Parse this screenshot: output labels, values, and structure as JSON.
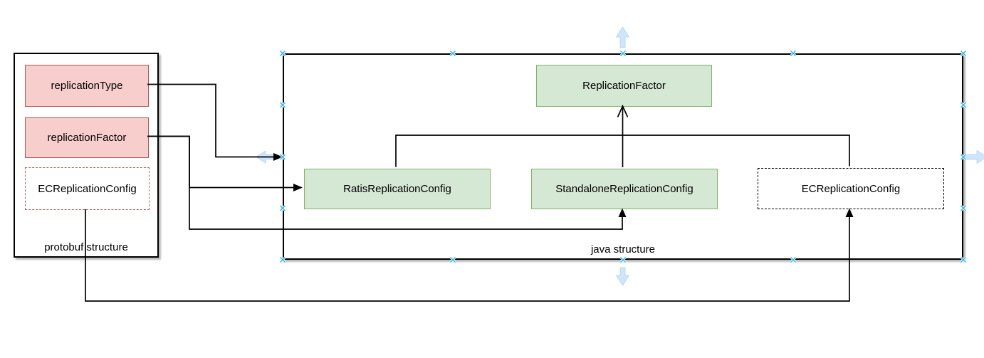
{
  "diagram": {
    "tool_hint": "drawio-style class diagram",
    "protobuf": {
      "label": "protobuf structure",
      "nodes": [
        {
          "id": "replicationType",
          "label": "replicationType",
          "style": "solid-red"
        },
        {
          "id": "replicationFactor",
          "label": "replicationFactor",
          "style": "solid-red"
        },
        {
          "id": "ECReplicationConfig",
          "label": "ECReplicationConfig",
          "style": "dashed-red"
        }
      ]
    },
    "java": {
      "label": "java structure",
      "nodes": [
        {
          "id": "ReplicationFactor",
          "label": "ReplicationFactor",
          "style": "solid-green"
        },
        {
          "id": "RatisReplicationConfig",
          "label": "RatisReplicationConfig",
          "style": "solid-green"
        },
        {
          "id": "StandaloneReplicationConfig",
          "label": "StandaloneReplicationConfig",
          "style": "solid-green"
        },
        {
          "id": "ECReplicationConfig",
          "label": "ECReplicationConfig",
          "style": "dashed-black"
        }
      ]
    },
    "edges": [
      {
        "from": "protobuf.replicationType",
        "to": "java structure container (left edge)",
        "head": "filled"
      },
      {
        "from": "protobuf.replicationFactor",
        "to": "java.RatisReplicationConfig",
        "head": "filled"
      },
      {
        "from": "protobuf.replicationFactor",
        "to": "java.StandaloneReplicationConfig",
        "head": "filled"
      },
      {
        "from": "protobuf.ECReplicationConfig",
        "to": "java.ECReplicationConfig",
        "head": "filled"
      },
      {
        "from": "java.RatisReplicationConfig / java.StandaloneReplicationConfig / java.ECReplicationConfig",
        "to": "java.ReplicationFactor",
        "head": "open"
      }
    ],
    "colors": {
      "red_fill": "#f8cecc",
      "red_stroke": "#b85450",
      "green_fill": "#d5e8d4",
      "green_stroke": "#82b366",
      "edge_stroke": "#000000",
      "connection_point": "#29b6f2",
      "nav_arrow_fill": "#cfe6fa"
    }
  }
}
